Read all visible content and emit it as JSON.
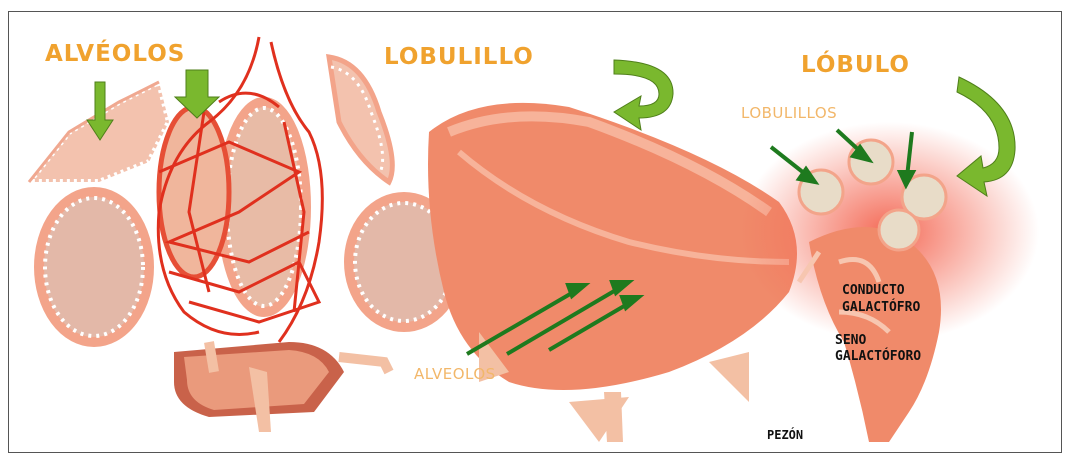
{
  "labels": {
    "alveolos_top": "ALVÉOLOS",
    "lobulillo": "LOBULILLO",
    "lobulo": "LÓBULO",
    "lobulillos": "LOBULILLOS",
    "conducto_line1": "CONDUCTO",
    "conducto_line2": "GALACTÓFRO",
    "seno_line1": "SENO",
    "seno_line2": "GALACTÓFORO",
    "alveolos_bottom": "ALVEOLOS",
    "pezon": "PEZÓN"
  },
  "colors": {
    "label_orange": "#f0a22e",
    "arrow_green": "#7ab82e",
    "pointer_green": "#1e7a1e",
    "vessel_red": "#e0301e",
    "tissue_pink": "#f08a6a",
    "lumen_beige": "#e8b8a0"
  }
}
